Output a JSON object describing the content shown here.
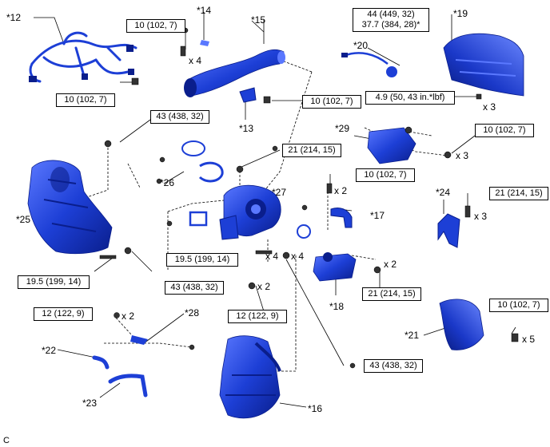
{
  "figure_code": "C",
  "callouts": {
    "c12": "*12",
    "c13": "*13",
    "c14": "*14",
    "c15": "*15",
    "c16": "*16",
    "c17": "*17",
    "c18": "*18",
    "c19": "*19",
    "c20": "*20",
    "c21": "*21",
    "c22": "*22",
    "c23": "*23",
    "c24": "*24",
    "c25": "*25",
    "c26": "*26",
    "c27": "*27",
    "c28": "*28",
    "c29": "*29"
  },
  "torques": {
    "t_top_bolt": "10 (102, 7)",
    "t_harness": "10 (102, 7)",
    "t_bracket13": "10 (102, 7)",
    "t_sensor20": "44 (449, 32)\n37.7 (384, 28)*",
    "t_heatins19": "4.9 (50, 43 in.*lbf)",
    "t_nut_top43": "43 (438, 32)",
    "t_nut21_a": "21 (214, 15)",
    "t_cover29": "10 (102, 7)",
    "t_bolt17": "10 (102, 7)",
    "t_stay24": "21 (214, 15)",
    "t_stud195": "19.5 (199, 14)",
    "t_nut_bot43": "43 (438, 32)",
    "t_stud195_b": "19.5 (199, 14)",
    "t_bolt18": "21 (214, 15)",
    "t_cover21": "10 (102, 7)",
    "t_pipe28": "12 (122, 9)",
    "t_bolt_mid": "12 (122, 9)",
    "t_nut_low43": "43 (438, 32)"
  },
  "quantities": {
    "q_x4_a": "x 4",
    "q_x3_a": "x 3",
    "q_x3_b": "x 3",
    "q_x2_a": "x 2",
    "q_x3_c": "x 3",
    "q_x2_b": "x 2",
    "q_x4_b": "x 4",
    "q_x4_c": "x 4",
    "q_x2_c": "x 2",
    "q_x5": "x 5",
    "q_x2_d": "x 2"
  },
  "colors": {
    "part_fill": "#1d3fd6",
    "part_dark": "#0a1e8c",
    "part_light": "#5a78ff",
    "line": "#000000"
  }
}
